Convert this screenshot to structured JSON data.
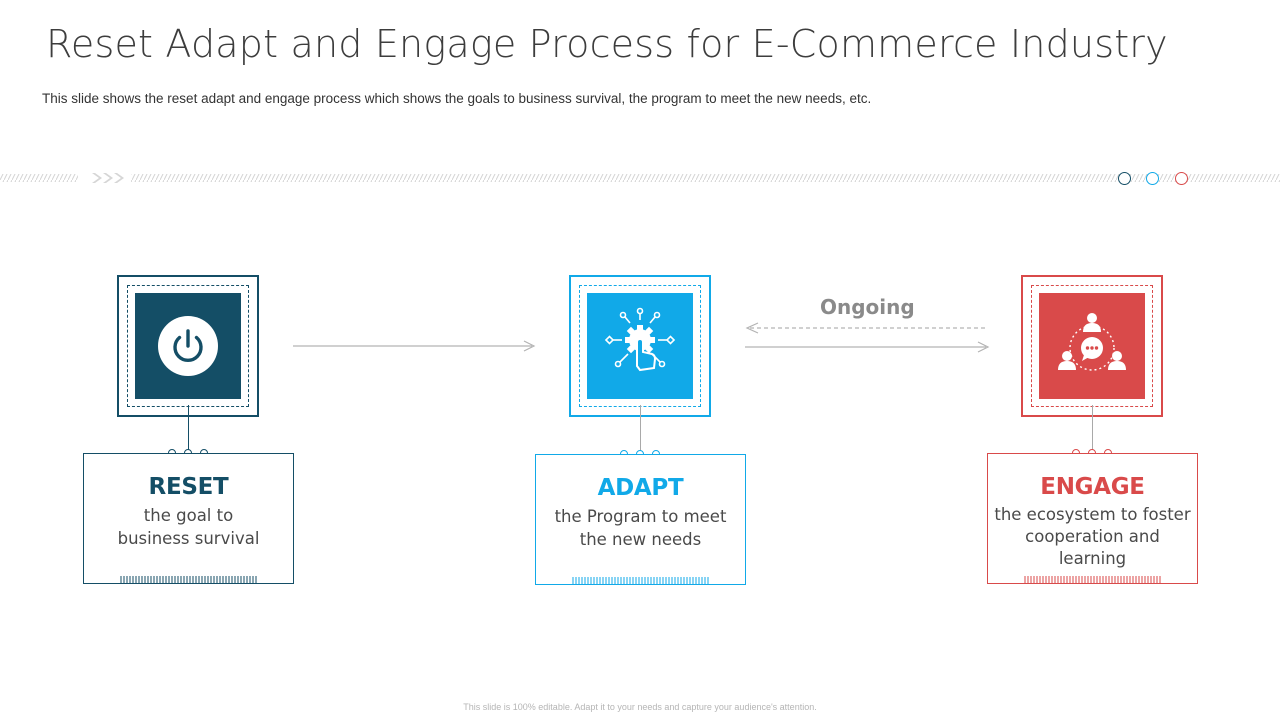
{
  "title": "Reset Adapt and Engage Process for E-Commerce Industry",
  "subtitle": "This slide shows the reset adapt and engage process which shows the goals to business survival, the program to meet the new needs, etc.",
  "colors": {
    "reset": "#144e66",
    "adapt": "#11a9e8",
    "engage": "#d94a4a",
    "grey": "#9a9a9a"
  },
  "steps": [
    {
      "heading": "RESET",
      "description": "the goal to business survival",
      "icon": "power-icon"
    },
    {
      "heading": "ADAPT",
      "description": "the Program to meet the new needs",
      "icon": "gear-touch-icon"
    },
    {
      "heading": "ENGAGE",
      "description": "the ecosystem to foster cooperation and learning",
      "icon": "team-chat-icon"
    }
  ],
  "ongoing_label": "Ongoing",
  "footer": "This slide is 100% editable. Adapt it to your needs and capture your audience's attention."
}
